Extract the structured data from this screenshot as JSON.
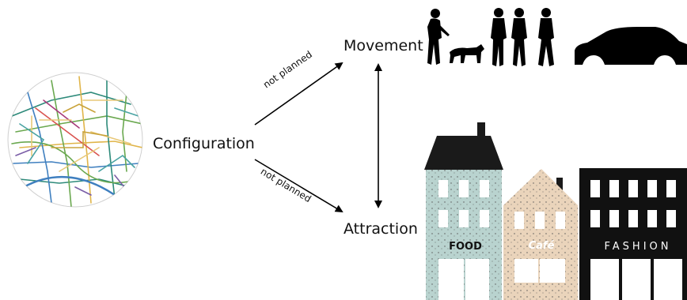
{
  "nodes": {
    "configuration": "Configuration",
    "movement": "Movement",
    "attraction": "Attraction"
  },
  "edges": {
    "to_movement": "not planned",
    "to_attraction": "not planned"
  },
  "shops": {
    "food": "FOOD",
    "cafe": "Café",
    "fashion": "FASHION"
  },
  "colors": {
    "food_facade": "#b9d3cf",
    "cafe_facade": "#ead4bb",
    "fashion_facade": "#111111",
    "roof": "#1a1a1a",
    "silhouette": "#000000"
  },
  "icons": {
    "map": "street-network-map",
    "pedestrians": "pedestrian-silhouettes",
    "dog": "dog-silhouette",
    "car": "car-silhouette"
  }
}
